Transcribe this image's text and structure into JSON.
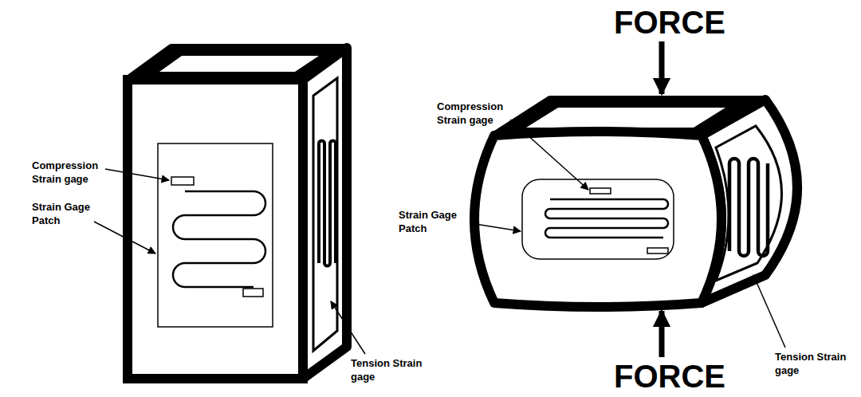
{
  "diagram": {
    "labels": [
      "Compression Strain gage",
      "Strain Gage Patch",
      "Tension Strain gage",
      "FORCE",
      "Compression Strain gage",
      "Strain Gage Patch",
      "FORCE",
      "Tension Strain gage"
    ]
  }
}
